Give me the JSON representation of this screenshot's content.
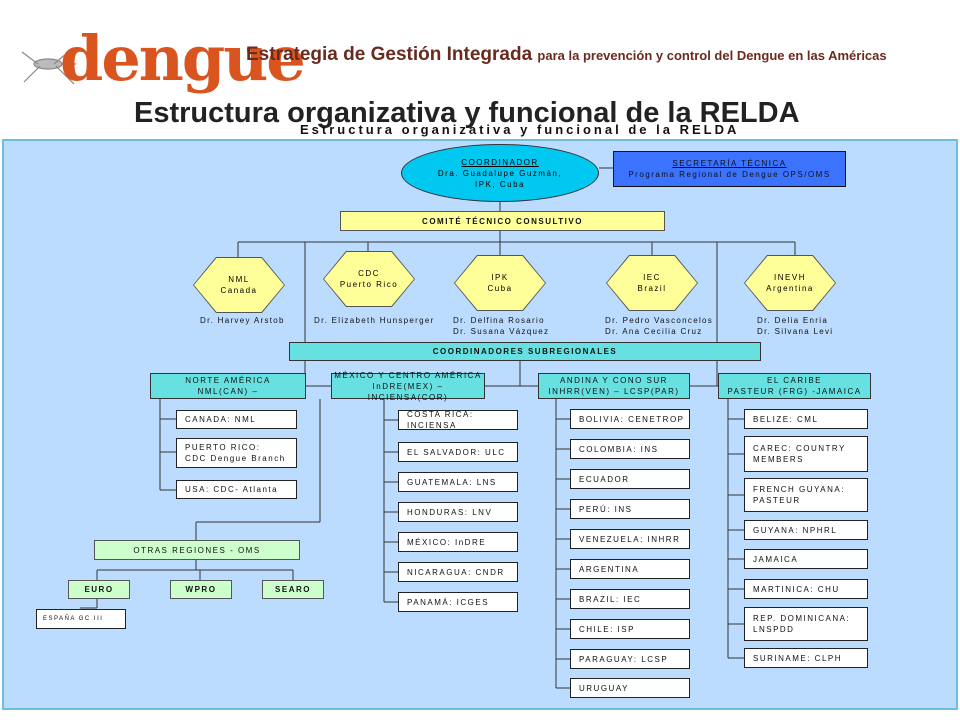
{
  "header": {
    "logo_word": "dengue",
    "strategy": "Estrategia de Gestión Integrada",
    "strategy_tail": "para la prevención y control del Dengue en las Américas",
    "title": "Estructura organizativa y funcional de la RELDA",
    "subtitle": "Estructura organizativa y funcional de la RELDA"
  },
  "coordinador": {
    "title": "COORDINADOR",
    "name": "Dra. Guadalupe Guzmán,",
    "org": "IPK, Cuba"
  },
  "secretaria": {
    "title": "SECRETARÍA TÉCNICA",
    "detail": "Programa Regional de Dengue OPS/OMS"
  },
  "comite": "COMITÉ TÉCNICO CONSULTIVO",
  "labs": [
    {
      "l1": "NML",
      "l2": "Canada"
    },
    {
      "l1": "CDC",
      "l2": "Puerto Rico"
    },
    {
      "l1": "IPK",
      "l2": "Cuba"
    },
    {
      "l1": "IEC",
      "l2": "Brazil"
    },
    {
      "l1": "INEVH",
      "l2": "Argentina"
    }
  ],
  "people": [
    {
      "a": "Dr. Harvey Arstob",
      "b": ""
    },
    {
      "a": "Dr. Elizabeth Hunsperger",
      "b": ""
    },
    {
      "a": "Dr. Delfina Rosario",
      "b": "Dr. Susana Vázquez"
    },
    {
      "a": "Dr. Pedro Vasconcelos",
      "b": "Dr. Ana Cecilia Cruz"
    },
    {
      "a": "Dr. Delia Enria",
      "b": "Dr. Silvana Levi"
    }
  ],
  "subregional": "COORDINADORES SUBREGIONALES",
  "regions": [
    {
      "l1": "NORTE AMÉRICA",
      "l2": "NML(CAN) –"
    },
    {
      "l1": "MÉXICO Y CENTRO AMÉRICA",
      "l2": "InDRE(MEX) – INCIENSA(COR)"
    },
    {
      "l1": "ANDINA Y CONO SUR",
      "l2": "INHRR(VEN) – LCSP(PAR)"
    },
    {
      "l1": "EL CARIBE",
      "l2": "PASTEUR (FRG) -JAMAICA"
    }
  ],
  "norte": [
    {
      "l1": "CANADA: NML",
      "l2": ""
    },
    {
      "l1": "PUERTO RICO:",
      "l2": "CDC Dengue Branch"
    },
    {
      "l1": "USA: CDC- Atlanta",
      "l2": ""
    }
  ],
  "mexico": [
    "COSTA RICA: INCIENSA",
    "EL SALVADOR: ULC",
    "GUATEMALA: LNS",
    "HONDURAS: LNV",
    "MÉXICO: InDRE",
    "NICARAGUA: CNDR",
    "PANAMÁ: ICGES"
  ],
  "andina": [
    "BOLIVIA: CENETROP",
    "COLOMBIA: INS",
    "ECUADOR",
    "PERÚ: INS",
    "VENEZUELA: INHRR",
    "ARGENTINA",
    "BRAZIL: IEC",
    "CHILE: ISP",
    "PARAGUAY: LCSP",
    "URUGUAY"
  ],
  "caribe": [
    {
      "l1": "BELIZE: CML",
      "l2": ""
    },
    {
      "l1": "CAREC: COUNTRY",
      "l2": "MEMBERS"
    },
    {
      "l1": "FRENCH GUYANA:",
      "l2": "PASTEUR"
    },
    {
      "l1": "GUYANA: NPHRL",
      "l2": ""
    },
    {
      "l1": "JAMAICA",
      "l2": ""
    },
    {
      "l1": "MARTINICA: CHU",
      "l2": ""
    },
    {
      "l1": "REP. DOMINICANA:",
      "l2": "LNSPDD"
    },
    {
      "l1": "SURINAME: CLPH",
      "l2": ""
    }
  ],
  "otras": "OTRAS REGIONES - OMS",
  "who": [
    "EURO",
    "WPRO",
    "SEARO"
  ],
  "espana": "ESPAÑA GC III"
}
